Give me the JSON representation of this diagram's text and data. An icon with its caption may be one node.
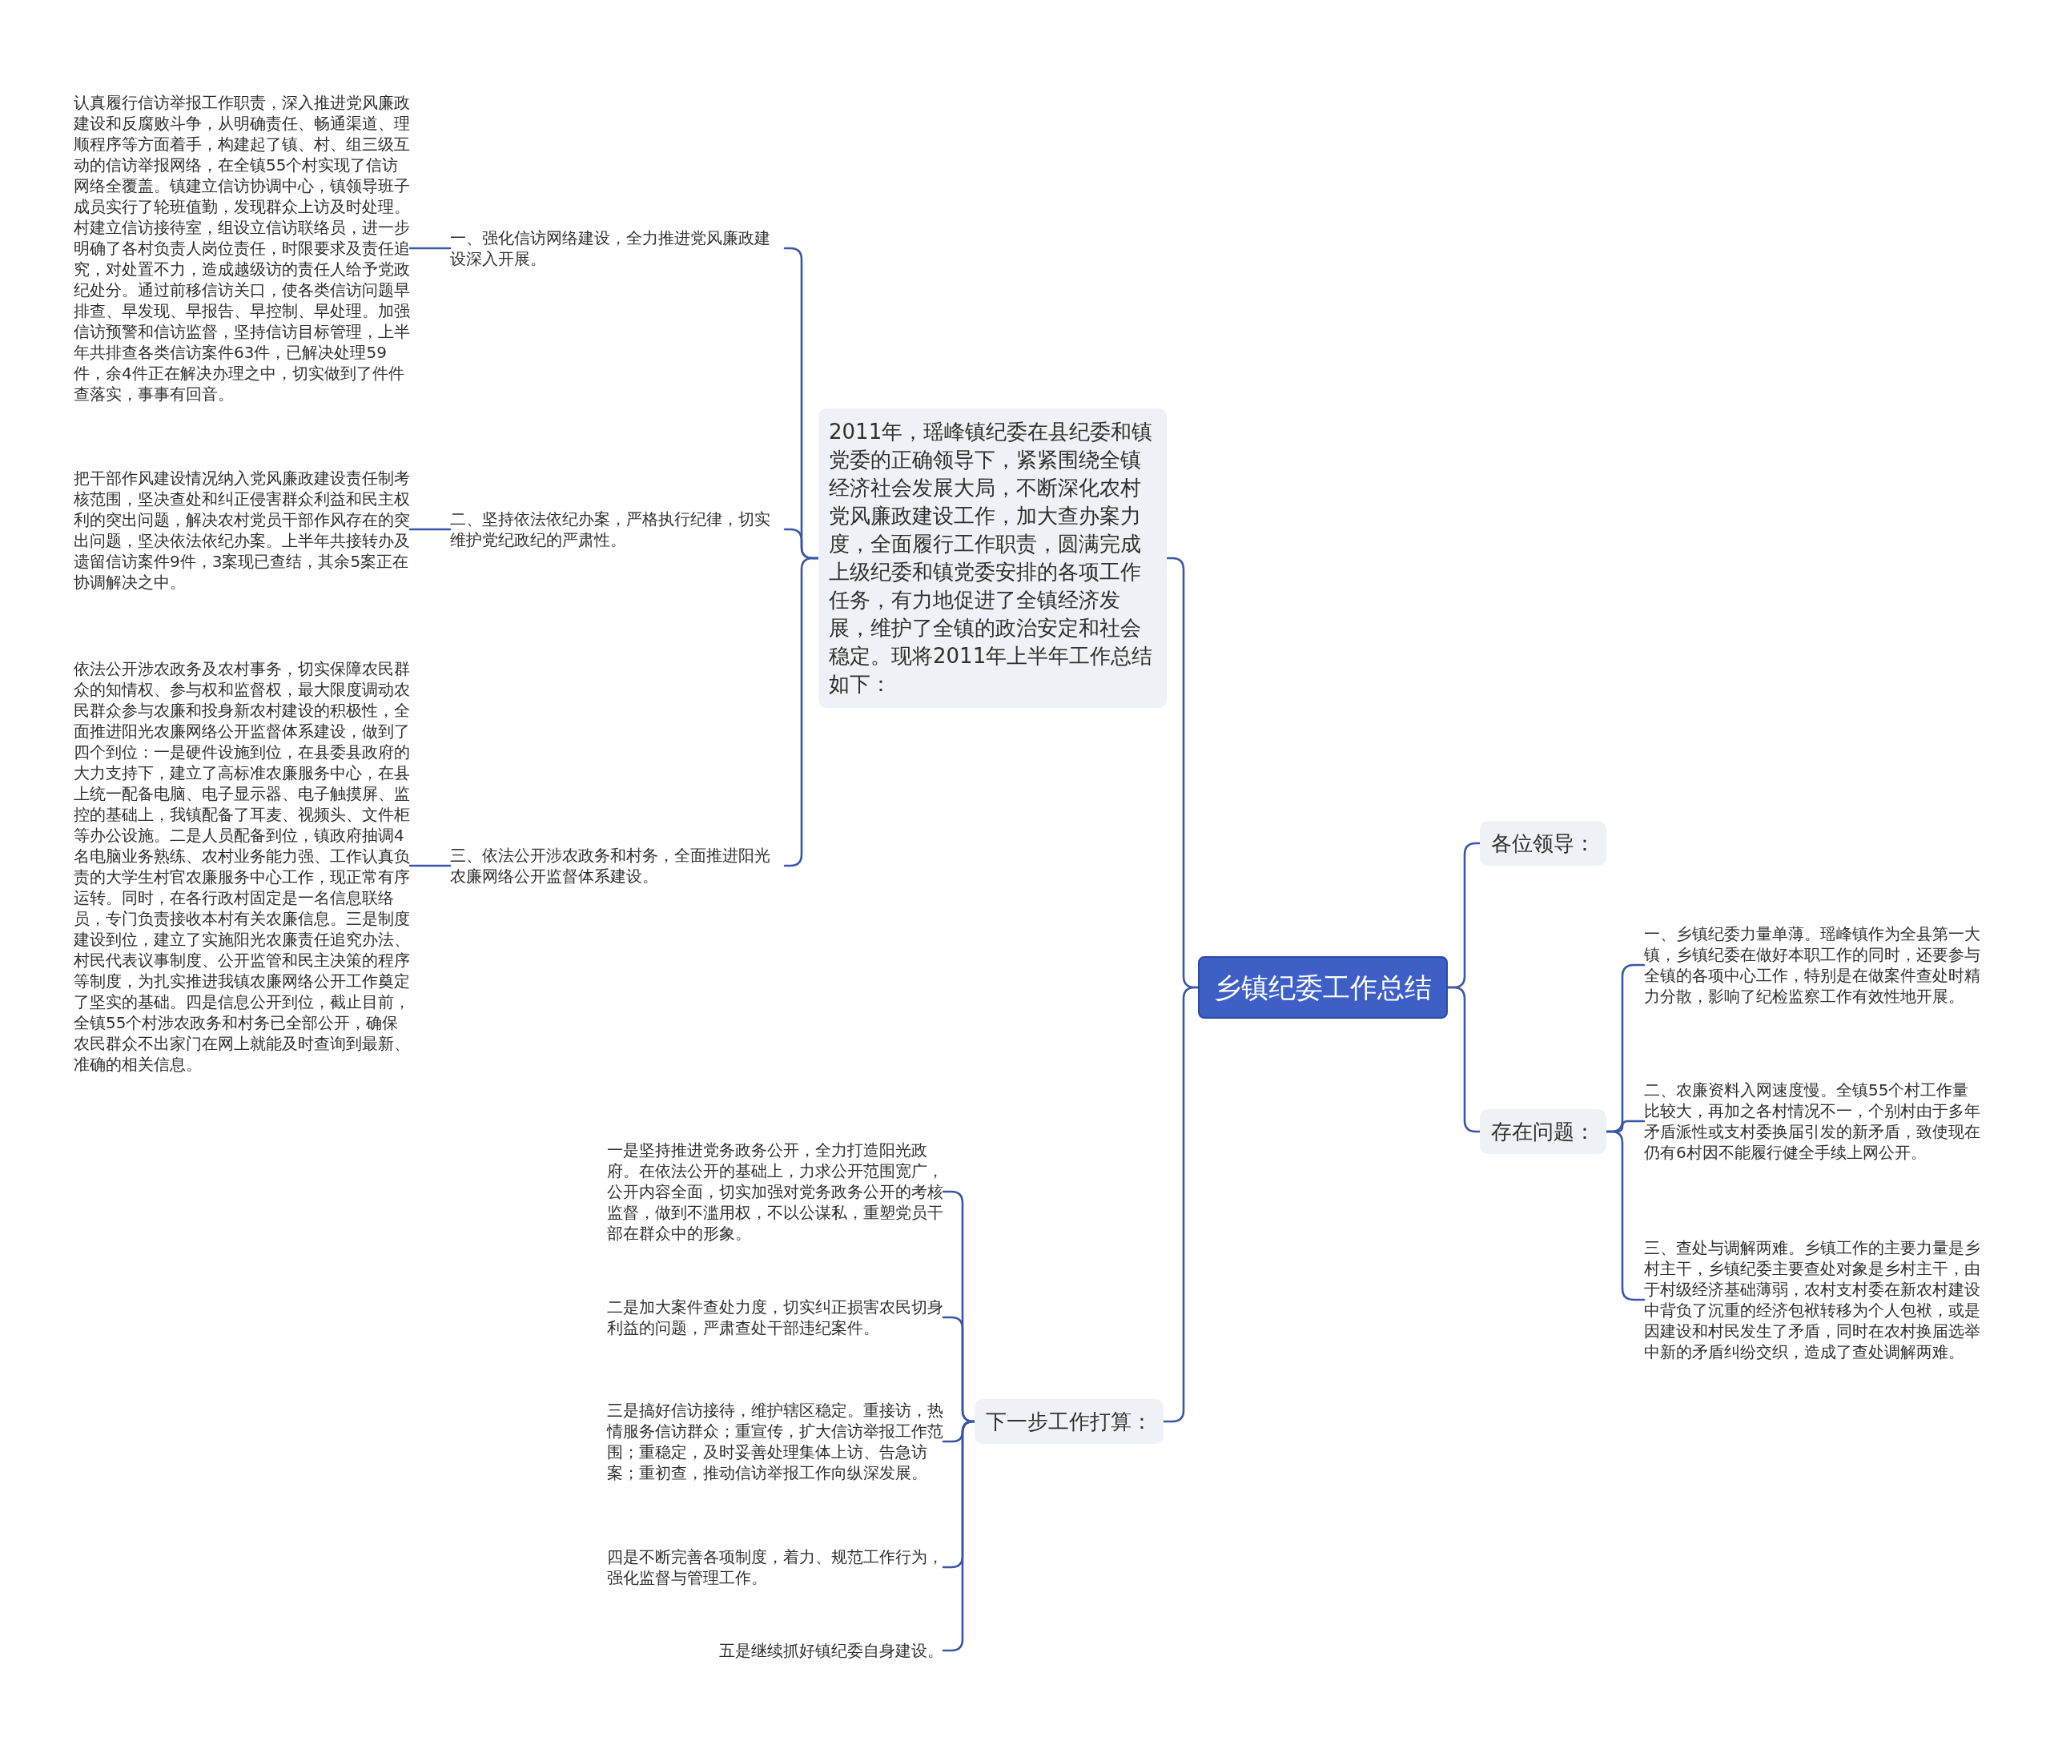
{
  "diagram": {
    "nodes": [
      {
        "text": [
          "乡镇纪委工作总结"
        ]
      },
      {
        "text": [
          "2011年，瑶峰镇纪委在县纪委和镇党委的正确领导下，紧紧围绕全镇经济社会发展大局，不断深化农村党风廉政建设工作，加大查办案力度，全面履行工作职责，圆满完成上级纪委和镇党委安排的各项工作任务，有力地促进了全镇经济发展，维护了全镇的政治安定和社会稳定。现将2011年上半年工作总结如下："
        ]
      },
      {
        "text": [
          "一、强化信访网络建设，全力推进党风廉政建设深入开展。"
        ]
      },
      {
        "text": [
          "认真履行信访举报工作职责，深入推进党风廉政建设和反腐败斗争，从明确责任、畅通渠道、理顺程序等方面着手，构建起了镇、村、组三级互动的信访举报网络，在全镇55个村实现了信访网络全覆盖。镇建立信访协调中心，镇领导班子成员实行了轮班值勤，发现群众上访及时处理。村建立信访接待室，组设立信访联络员，进一步明确了各村负责人岗位责任，时限要求及责任追究，对处置不力，造成越级访的责任人给予党政纪处分。通过前移信访关口，使各类信访问题早排查、早发现、早报告、早控制、早处理。加强信访预警和信访监督，坚持信访目标管理，上半年共排查各类信访案件63件，已解决处理59件，余4件正在解决办理之中，切实做到了件件查落实，事事有回音。"
        ]
      },
      {
        "text": [
          "二、坚持依法依纪办案，严格执行纪律，切实维护党纪政纪的严肃性。"
        ]
      },
      {
        "text": [
          "把干部作风建设情况纳入党风廉政建设责任制考核范围，坚决查处和纠正侵害群众利益和民主权利的突出问题，解决农村党员干部作风存在的突出问题，坚决依法依纪办案。上半年共接转办及遗留信访案件9件，3案现已查结，其余5案正在协调解决之中。"
        ]
      },
      {
        "text": [
          "三、依法公开涉农政务和村务，全面推进阳光农廉网络公开监督体系建设。"
        ]
      },
      {
        "text": [
          "依法公开涉农政务及农村事务，切实保障农民群众的知情权、参与权和监督权，最大限度调动农民群众参与农廉和投身新农村建设的积极性，全面推进阳光农廉网络公开监督体系建设，做到了四个到位：一是硬件设施到位，在县委县政府的大力支持下，建立了高标准农廉服务中心，在县上统一配备电脑、电子显示器、电子触摸屏、监控的基础上，我镇配备了耳麦、视频头、文件柜等办公设施。二是人员配备到位，镇政府抽调4名电脑业务熟练、农村业务能力强、工作认真负责的大学生村官农廉服务中心工作，现正常有序运转。同时，在各行政村固定是一名信息联络员，专门负责接收本村有关农廉信息。三是制度建设到位，建立了实施阳光农廉责任追究办法、村民代表议事制度、公开监管和民主决策的程序等制度，为扎实推进我镇农廉网络公开工作奠定了坚实的基础。四是信息公开到位，截止目前，全镇55个村涉农政务和村务已全部公开，确保农民群众不出家门在网上就能及时查询到最新、准确的相关信息。"
        ]
      },
      {
        "text": [
          "下一步工作打算："
        ]
      },
      {
        "text": [
          "一是坚持推进党务政务公开，全力打造阳光政府。在依法公开的基础上，力求公开范围宽广，公开内容全面，切实加强对党务政务公开的考核监督，做到不滥用权，不以公谋私，重塑党员干部在群众中的形象。"
        ]
      },
      {
        "text": [
          "二是加大案件查处力度，切实纠正损害农民切身利益的问题，严肃查处干部违纪案件。"
        ]
      },
      {
        "text": [
          "三是搞好信访接待，维护辖区稳定。重接访，热情服务信访群众；重宣传，扩大信访举报工作范围；重稳定，及时妥善处理集体上访、告急访案；重初查，推动信访举报工作向纵深发展。"
        ]
      },
      {
        "text": [
          "四是不断完善各项制度，着力、规范工作行为，强化监督与管理工作。"
        ]
      },
      {
        "text": [
          "五是继续抓好镇纪委自身建设。"
        ]
      },
      {
        "text": [
          "各位领导："
        ]
      },
      {
        "text": [
          "存在问题："
        ]
      },
      {
        "text": [
          "一、乡镇纪委力量单薄。瑶峰镇作为全县第一大镇，乡镇纪委在做好本职工作的同时，还要参与全镇的各项中心工作，特别是在做案件查处时精力分散，影响了纪检监察工作有效性地开展。"
        ]
      },
      {
        "text": [
          "二、农廉资料入网速度慢。全镇55个村工作量比较大，再加之各村情况不一，个别村由于多年矛盾派性或支村委换届引发的新矛盾，致使现在仍有6村因不能履行健全手续上网公开。"
        ]
      },
      {
        "text": [
          "三、查处与调解两难。乡镇工作的主要力量是乡村主干，乡镇纪委主要查处对象是乡村主干，由于村级经济基础薄弱，农村支村委在新农村建设中背负了沉重的经济包袱转移为个人包袱，或是因建设和村民发生了矛盾，同时在农村换届选举中新的矛盾纠纷交织，造成了查处调解两难。"
        ]
      }
    ],
    "edges": [
      {
        "from": 0,
        "to": 1,
        "arrow": "none"
      },
      {
        "from": 1,
        "to": 2,
        "arrow": "none"
      },
      {
        "from": 2,
        "to": 3,
        "arrow": "none"
      },
      {
        "from": 1,
        "to": 4,
        "arrow": "none"
      },
      {
        "from": 4,
        "to": 5,
        "arrow": "none"
      },
      {
        "from": 1,
        "to": 6,
        "arrow": "none"
      },
      {
        "from": 6,
        "to": 7,
        "arrow": "none"
      },
      {
        "from": 0,
        "to": 8,
        "arrow": "none"
      },
      {
        "from": 8,
        "to": 9,
        "arrow": "none"
      },
      {
        "from": 8,
        "to": 10,
        "arrow": "none"
      },
      {
        "from": 8,
        "to": 11,
        "arrow": "none"
      },
      {
        "from": 8,
        "to": 12,
        "arrow": "none"
      },
      {
        "from": 8,
        "to": 13,
        "arrow": "none"
      },
      {
        "from": 0,
        "to": 14,
        "arrow": "none"
      },
      {
        "from": 0,
        "to": 15,
        "arrow": "none"
      },
      {
        "from": 15,
        "to": 16,
        "arrow": "none"
      },
      {
        "from": 15,
        "to": 17,
        "arrow": "none"
      },
      {
        "from": 15,
        "to": 18,
        "arrow": "none"
      }
    ]
  }
}
